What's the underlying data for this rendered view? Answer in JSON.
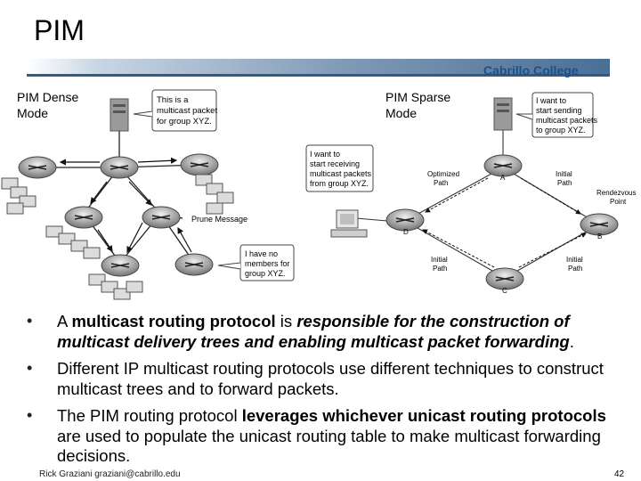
{
  "title": "PIM",
  "header": {
    "college": "Cabrillo College"
  },
  "dense": {
    "label_line1": "PIM Dense",
    "label_line2": "Mode",
    "callout_source": [
      "This is a",
      "multicast packet",
      "for group XYZ."
    ],
    "callout_want": [
      "I want to",
      "start receiving",
      "multicast packets",
      "from group XYZ."
    ],
    "prune_label": "Prune Message",
    "callout_nomembers": [
      "I have no",
      "members for",
      "group XYZ."
    ]
  },
  "sparse": {
    "label_line1": "PIM Sparse",
    "label_line2": "Mode",
    "callout_send": [
      "I want to",
      "start sending",
      "multicast packets",
      "to group XYZ."
    ],
    "optimized_path": [
      "Optimized",
      "Path"
    ],
    "initial_path_upper": [
      "Initial",
      "Path"
    ],
    "rendezvous": [
      "Rendezvous",
      "Point"
    ],
    "initial_path_lower_left": [
      "Initial",
      "Path"
    ],
    "initial_path_lower_right": [
      "Initial",
      "Path"
    ],
    "router_a": "A",
    "router_b": "B",
    "router_c": "C",
    "router_d": "D"
  },
  "bullets": {
    "b1": {
      "p1": "A ",
      "p2": "multicast routing protocol",
      "p3": " is ",
      "p4": "responsible for the construction of multicast delivery trees and enabling multicast packet forwarding",
      "p5": "."
    },
    "b2": "Different IP multicast routing protocols use different techniques to construct multicast trees and to forward packets.",
    "b3": {
      "p1": "The PIM routing protocol ",
      "p2": "leverages whichever unicast routing protocols",
      "p3": " are used to populate the unicast routing table to make multicast forwarding decisions."
    }
  },
  "footer": {
    "author": "Rick Graziani  graziani@cabrillo.edu",
    "page": "42"
  },
  "colors": {
    "accent": "#1e4f86",
    "router": "#8a8a8a",
    "arrow": "#111111"
  }
}
